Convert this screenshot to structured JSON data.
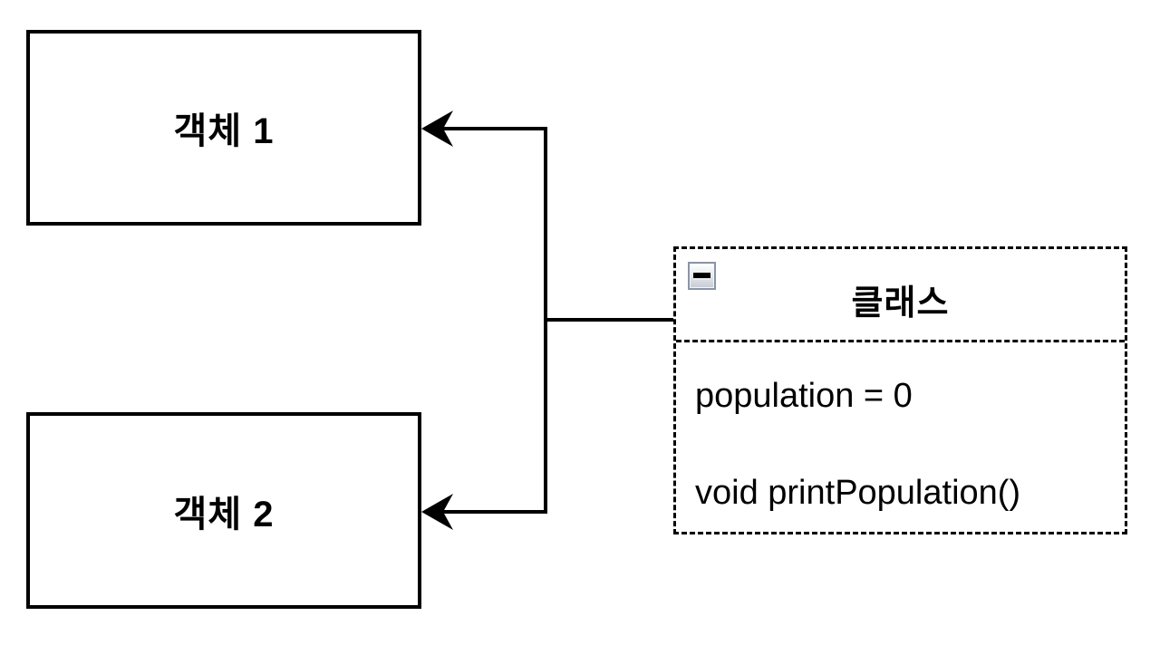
{
  "diagram": {
    "object1": {
      "label": "객체 1"
    },
    "object2": {
      "label": "객체 2"
    },
    "class_box": {
      "title": "클래스",
      "collapse_icon": "minus-icon",
      "members": [
        "population = 0",
        "void printPopulation()"
      ]
    },
    "connectors": {
      "from": "class_box",
      "to": [
        "object1",
        "object2"
      ],
      "style": "elbow-arrow"
    },
    "colors": {
      "line": "#000000",
      "background": "#ffffff",
      "collapse_button_border": "#8a94a8",
      "collapse_button_fill": "#d8dce2"
    }
  }
}
